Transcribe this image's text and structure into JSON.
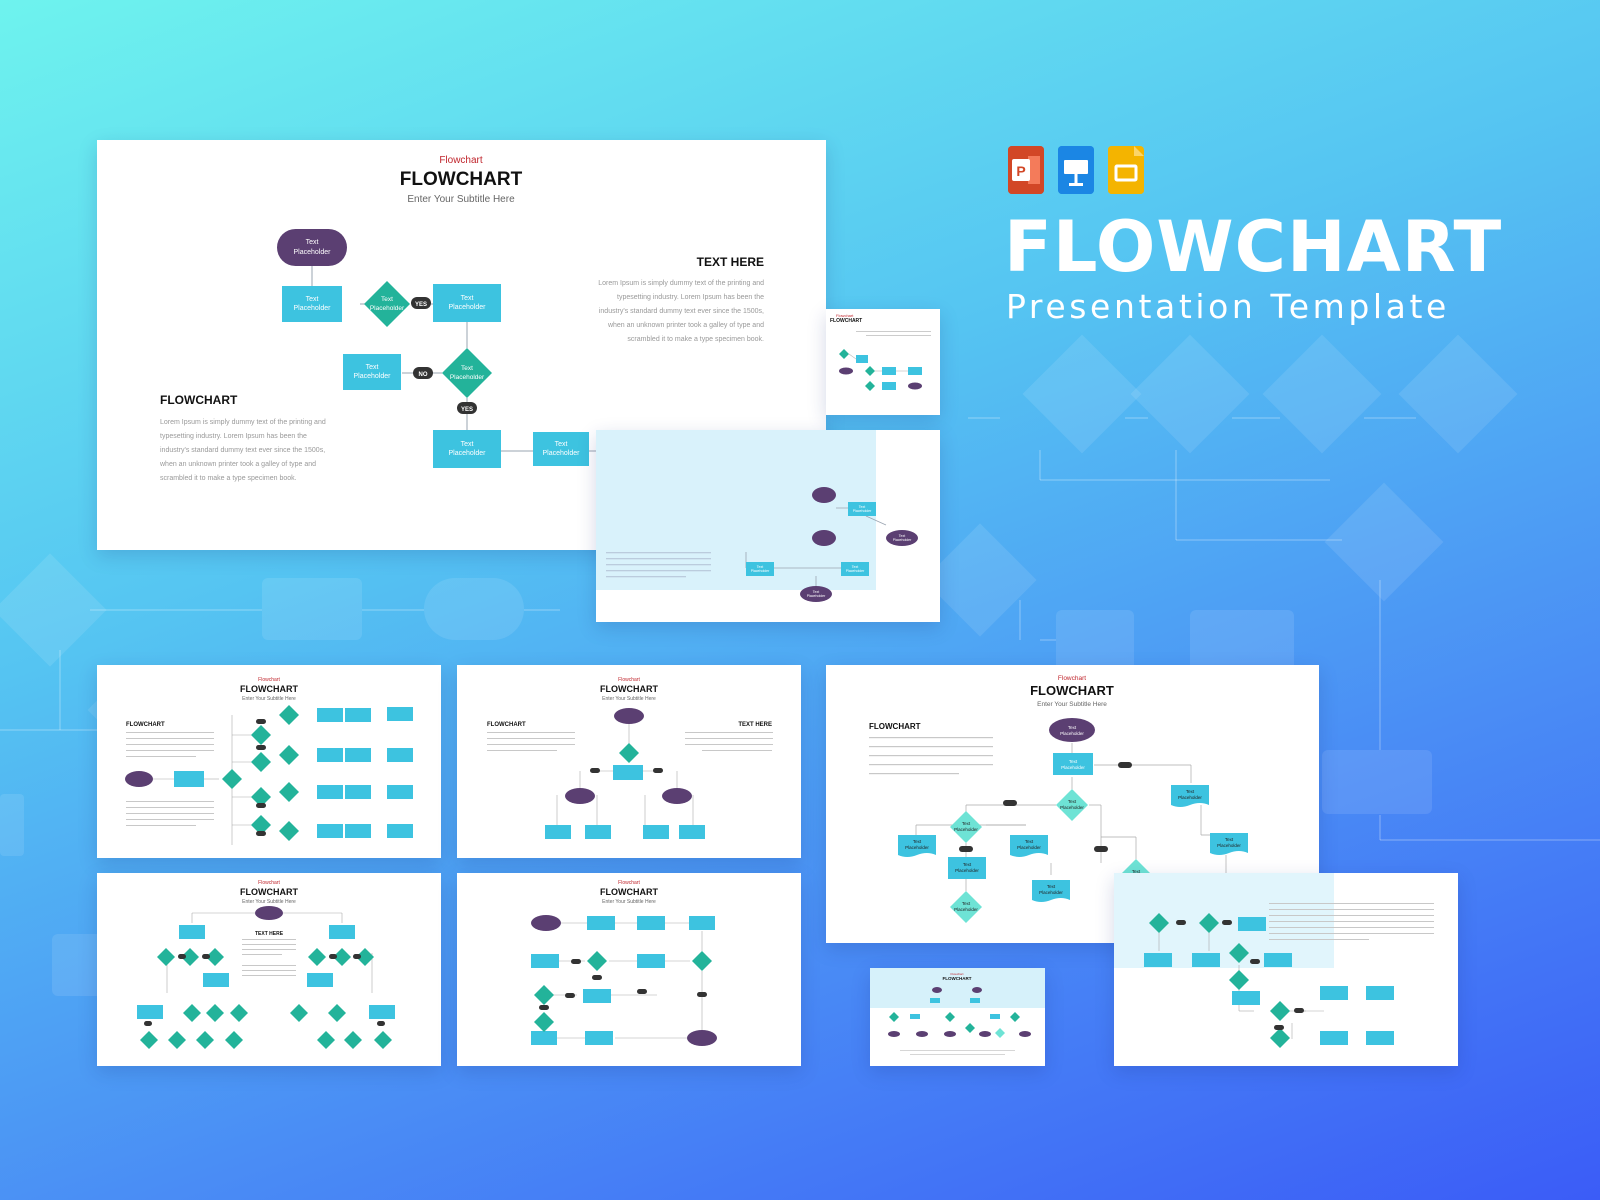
{
  "hero": {
    "title": "FLOWCHART",
    "subtitle": "Presentation Template",
    "app_icons": [
      {
        "name": "powerpoint-icon",
        "color": "#d24726",
        "glyph": "P"
      },
      {
        "name": "keynote-icon",
        "color": "#1b86e4",
        "glyph": ""
      },
      {
        "name": "google-slides-icon",
        "color": "#f4b400",
        "glyph": ""
      }
    ]
  },
  "main_slide": {
    "kicker": "Flowchart",
    "title": "FLOWCHART",
    "subtitle": "Enter Your Subtitle Here",
    "left_heading": "FLOWCHART",
    "left_body": [
      "Lorem Ipsum is simply dummy text of the printing and",
      "typesetting industry. Lorem Ipsum has been the",
      "industry's standard dummy text ever since the 1500s,",
      "when an unknown printer took a galley of type and",
      "scrambled it to make a type specimen book."
    ],
    "right_heading": "TEXT HERE",
    "right_body": [
      "Lorem Ipsum is simply dummy text of the printing and",
      "typesetting industry. Lorem Ipsum has been the",
      "industry's standard dummy text ever since the 1500s,",
      "when an unknown printer took a galley of type and",
      "scrambled it to make a type specimen book."
    ],
    "node_line1": "Text",
    "node_line2": "Placeholder",
    "yes_label": "YES",
    "no_label": "NO"
  },
  "thumbnails": {
    "kicker": "Flowchart",
    "title": "FLOWCHART",
    "subtitle": "Enter Your Subtitle Here",
    "left_heading": "FLOWCHART",
    "right_heading": "TEXT HERE",
    "node_line1": "Text",
    "node_line2": "Placeholder",
    "yes_label": "YES",
    "no_label": "NO"
  },
  "colors": {
    "teal_box": "#3dc3e0",
    "green_diamond": "#23b39a",
    "purple_oval": "#5b3f72",
    "pill_dark": "#333333",
    "kicker_red": "#c0262d"
  }
}
